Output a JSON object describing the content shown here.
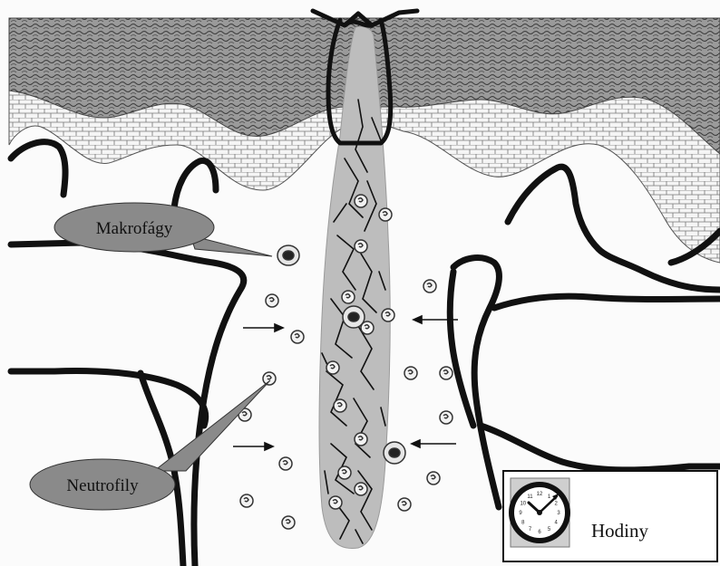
{
  "labels": {
    "macrophages": "Makrofágy",
    "neutrophils": "Neutrofily",
    "clock": "Hodiny"
  },
  "clock_numbers": [
    "12",
    "1",
    "2",
    "3",
    "4",
    "5",
    "6",
    "7",
    "8",
    "9",
    "10",
    "11"
  ],
  "icons": {
    "clock": "clock-icon",
    "arrow": "arrow-icon",
    "neutrophil": "neutrophil-cell-icon",
    "macrophage": "macrophage-cell-icon"
  },
  "colors": {
    "background": "#fbfbfb",
    "epidermis": "#6a6a6a",
    "wound": "#bdbdbd",
    "callout": "#8a8a8a",
    "outline": "#111111"
  }
}
